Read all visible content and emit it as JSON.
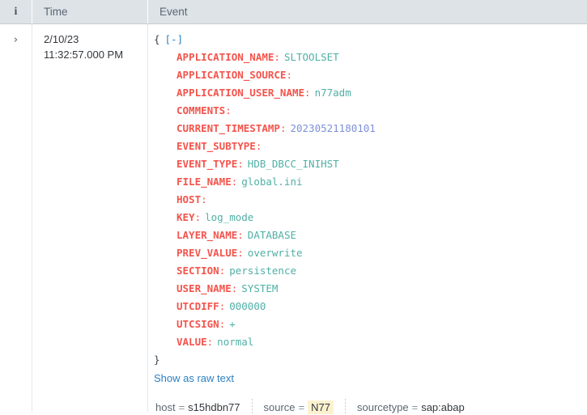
{
  "table": {
    "columns": {
      "info_icon": "info-icon",
      "info_glyph": "i",
      "time_label": "Time",
      "event_label": "Event"
    }
  },
  "row": {
    "expand_glyph": "›",
    "time": {
      "date": "2/10/23",
      "clock": "11:32:57.000 PM"
    },
    "json": {
      "open_brace": "{",
      "collapse_toggle": "[-]",
      "close_brace": "}",
      "entries": [
        {
          "key": "APPLICATION_NAME",
          "value": "SLTOOLSET",
          "type": "string"
        },
        {
          "key": "APPLICATION_SOURCE",
          "value": "",
          "type": "empty"
        },
        {
          "key": "APPLICATION_USER_NAME",
          "value": "n77adm",
          "type": "string"
        },
        {
          "key": "COMMENTS",
          "value": "",
          "type": "empty"
        },
        {
          "key": "CURRENT_TIMESTAMP",
          "value": "20230521180101",
          "type": "number"
        },
        {
          "key": "EVENT_SUBTYPE",
          "value": "",
          "type": "empty"
        },
        {
          "key": "EVENT_TYPE",
          "value": "HDB_DBCC_INIHST",
          "type": "string"
        },
        {
          "key": "FILE_NAME",
          "value": "global.ini",
          "type": "string"
        },
        {
          "key": "HOST",
          "value": "",
          "type": "empty"
        },
        {
          "key": "KEY",
          "value": "log_mode",
          "type": "string"
        },
        {
          "key": "LAYER_NAME",
          "value": "DATABASE",
          "type": "string"
        },
        {
          "key": "PREV_VALUE",
          "value": "overwrite",
          "type": "string"
        },
        {
          "key": "SECTION",
          "value": "persistence",
          "type": "string"
        },
        {
          "key": "USER_NAME",
          "value": "SYSTEM",
          "type": "string"
        },
        {
          "key": "UTCDIFF",
          "value": "000000",
          "type": "string"
        },
        {
          "key": "UTCSIGN",
          "value": "+",
          "type": "string"
        },
        {
          "key": "VALUE",
          "value": "normal",
          "type": "string"
        }
      ]
    },
    "raw_text_link": "Show as raw text",
    "fields": [
      {
        "key": "host",
        "eq": "=",
        "value": "s15hdbn77",
        "highlight": false
      },
      {
        "key": "source",
        "eq": "=",
        "value": "N77",
        "highlight": true
      },
      {
        "key": "sourcetype",
        "eq": "=",
        "value": "sap:abap",
        "highlight": false
      }
    ]
  },
  "colors": {
    "header_bg": "#dee3e8",
    "key_color": "#f4544c",
    "string_color": "#4fb0a5",
    "number_color": "#7c90d8",
    "link_color": "#2b80c4",
    "highlight_bg": "#fdf2d0"
  }
}
